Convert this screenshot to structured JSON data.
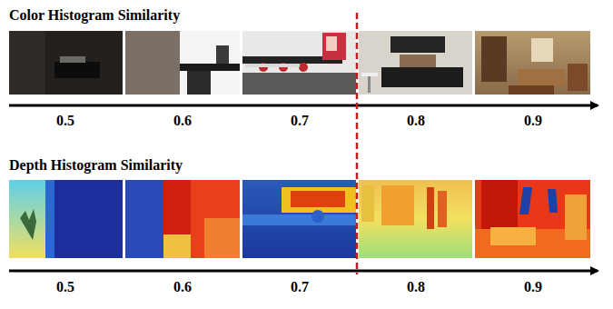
{
  "diagram": {
    "labels": [
      "Color Histogram Similarity",
      "0.5",
      "0.6",
      "0.7",
      "0.8",
      "0.9",
      "Depth Histogram Similarity",
      "0.5",
      "0.6",
      "0.7",
      "0.8",
      "0.9"
    ]
  }
}
